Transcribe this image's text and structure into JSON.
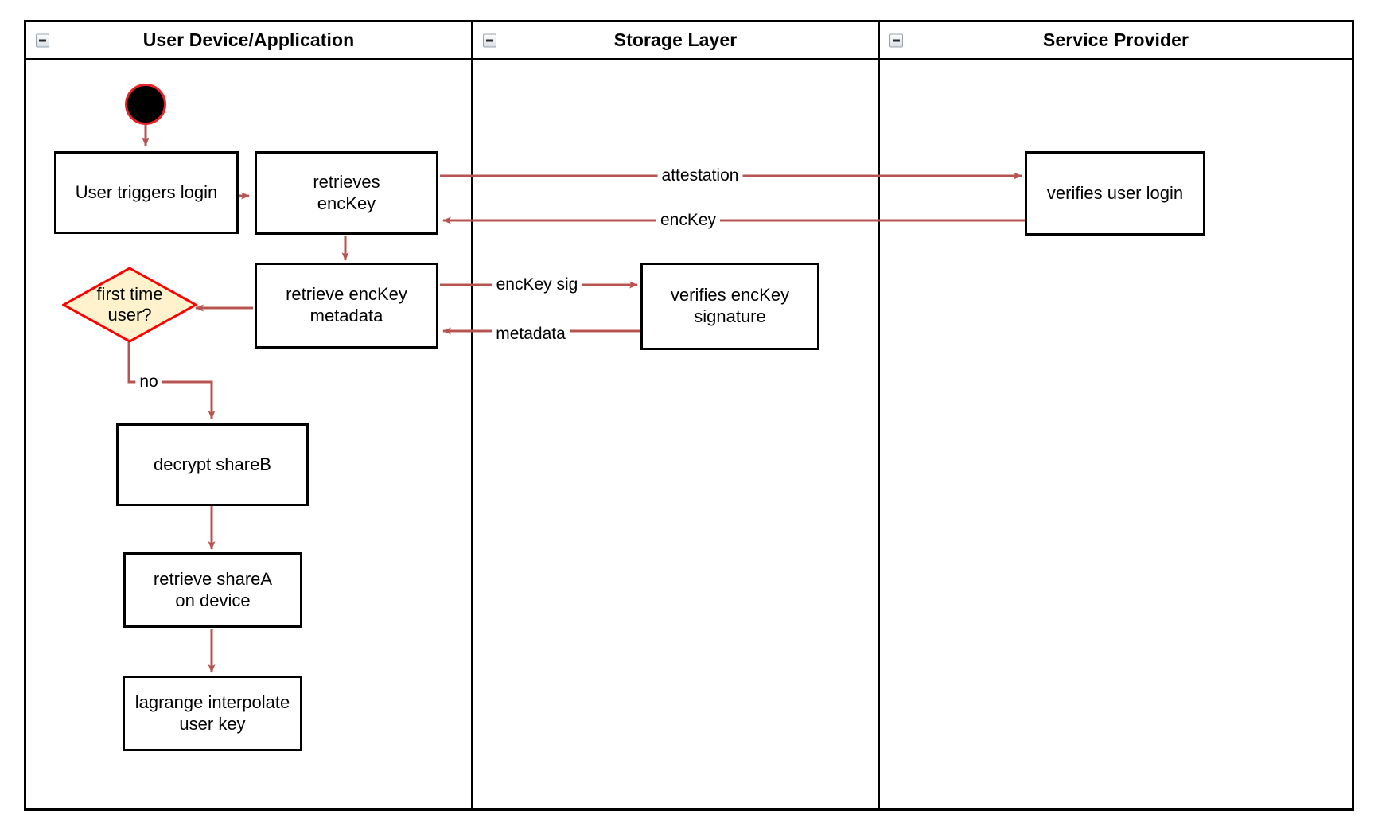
{
  "diagram": {
    "type": "swimlane-activity-diagram",
    "lanes": [
      {
        "id": "user-device",
        "title": "User Device/Application",
        "collapse_icon": "collapse-minus-icon"
      },
      {
        "id": "storage-layer",
        "title": "Storage Layer",
        "collapse_icon": "collapse-minus-icon"
      },
      {
        "id": "service-provider",
        "title": "Service Provider",
        "collapse_icon": "collapse-minus-icon"
      }
    ],
    "nodes": [
      {
        "id": "start",
        "lane": "user-device",
        "shape": "start-circle",
        "label": ""
      },
      {
        "id": "user-triggers-login",
        "lane": "user-device",
        "shape": "rect",
        "label": "User triggers login"
      },
      {
        "id": "retrieves-enckey",
        "lane": "user-device",
        "shape": "rect",
        "label": "retrieves\nencKey"
      },
      {
        "id": "retrieve-enckey-metadata",
        "lane": "user-device",
        "shape": "rect",
        "label": "retrieve encKey\nmetadata"
      },
      {
        "id": "first-time-user",
        "lane": "user-device",
        "shape": "diamond",
        "label": "first time\nuser?"
      },
      {
        "id": "decrypt-shareb",
        "lane": "user-device",
        "shape": "rect",
        "label": "decrypt shareB"
      },
      {
        "id": "retrieve-sharea-on-device",
        "lane": "user-device",
        "shape": "rect",
        "label": "retrieve shareA\non device"
      },
      {
        "id": "lagrange-interpolate-user-key",
        "lane": "user-device",
        "shape": "rect",
        "label": "lagrange interpolate\nuser key"
      },
      {
        "id": "verifies-enckey-signature",
        "lane": "storage-layer",
        "shape": "rect",
        "label": "verifies encKey\nsignature"
      },
      {
        "id": "verifies-user-login",
        "lane": "service-provider",
        "shape": "rect",
        "label": "verifies user login"
      }
    ],
    "edges": [
      {
        "id": "e-start-login",
        "from": "start",
        "to": "user-triggers-login",
        "label": ""
      },
      {
        "id": "e-login-retrieves",
        "from": "user-triggers-login",
        "to": "retrieves-enckey",
        "label": ""
      },
      {
        "id": "e-attestation",
        "from": "retrieves-enckey",
        "to": "verifies-user-login",
        "label": "attestation"
      },
      {
        "id": "e-enckey",
        "from": "verifies-user-login",
        "to": "retrieves-enckey",
        "label": "encKey"
      },
      {
        "id": "e-retrieves-metadata",
        "from": "retrieves-enckey",
        "to": "retrieve-enckey-metadata",
        "label": ""
      },
      {
        "id": "e-enckey-sig",
        "from": "retrieve-enckey-metadata",
        "to": "verifies-enckey-signature",
        "label": "encKey sig"
      },
      {
        "id": "e-metadata",
        "from": "verifies-enckey-signature",
        "to": "retrieve-enckey-metadata",
        "label": "metadata"
      },
      {
        "id": "e-metadata-decision",
        "from": "retrieve-enckey-metadata",
        "to": "first-time-user",
        "label": ""
      },
      {
        "id": "e-no",
        "from": "first-time-user",
        "to": "decrypt-shareb",
        "label": "no"
      },
      {
        "id": "e-shareb-sharea",
        "from": "decrypt-shareb",
        "to": "retrieve-sharea-on-device",
        "label": ""
      },
      {
        "id": "e-sharea-lagrange",
        "from": "retrieve-sharea-on-device",
        "to": "lagrange-interpolate-user-key",
        "label": ""
      }
    ],
    "colors": {
      "edge": "#b85450",
      "node_border": "#000000",
      "node_fill": "#ffffff",
      "decision_fill": "#fff2cc",
      "decision_border": "#ff0000",
      "start_fill": "#000000",
      "start_ring": "#e8232a",
      "lane_border": "#000000",
      "text": "#000000"
    }
  }
}
